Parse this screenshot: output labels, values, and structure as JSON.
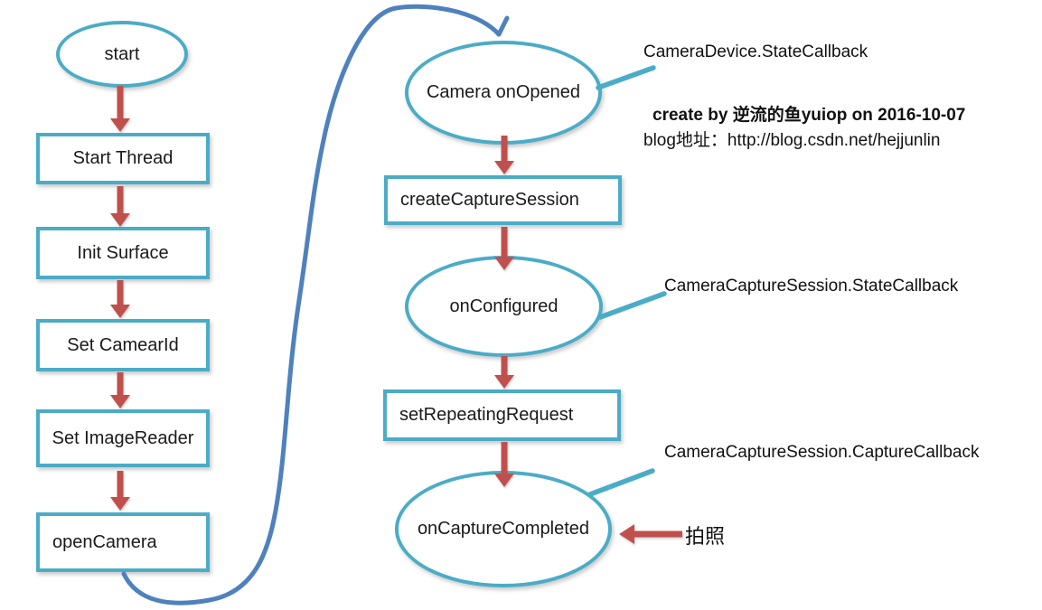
{
  "colors": {
    "shape_outline": "#4BACC6",
    "flow_arrow_red": "#C0504D",
    "loop_connector_blue": "#4F81BD",
    "text": "#1A1A1A"
  },
  "left_column": {
    "nodes": [
      {
        "id": "start",
        "shape": "ellipse",
        "label": "start"
      },
      {
        "id": "start-thread",
        "shape": "rect",
        "label": "Start Thread"
      },
      {
        "id": "init-surface",
        "shape": "rect",
        "label": "Init Surface"
      },
      {
        "id": "set-camearid",
        "shape": "rect",
        "label": "Set CamearId"
      },
      {
        "id": "set-imagereader",
        "shape": "rect",
        "label": "Set ImageReader"
      },
      {
        "id": "opencamera",
        "shape": "rect",
        "label": "openCamera"
      }
    ]
  },
  "right_column": {
    "nodes": [
      {
        "id": "camera-onopened",
        "shape": "ellipse",
        "label": "Camera onOpened"
      },
      {
        "id": "createcapturesession",
        "shape": "rect",
        "label": "createCaptureSession"
      },
      {
        "id": "onconfigured",
        "shape": "ellipse",
        "label": "onConfigured"
      },
      {
        "id": "setrepeatingrequest",
        "shape": "rect",
        "label": "setRepeatingRequest"
      },
      {
        "id": "oncapturecompleted",
        "shape": "ellipse",
        "label": "onCaptureCompleted"
      }
    ]
  },
  "annotations": {
    "camera_device_state_callback": "CameraDevice.StateCallback",
    "credit": "create by 逆流的鱼yuiop on 2016-10-07",
    "blog": "blog地址：http://blog.csdn.net/hejjunlin",
    "capture_session_state_callback": "CameraCaptureSession.StateCallback",
    "capture_session_capture_callback": "CameraCaptureSession.CaptureCallback",
    "take_photo": "拍照"
  }
}
